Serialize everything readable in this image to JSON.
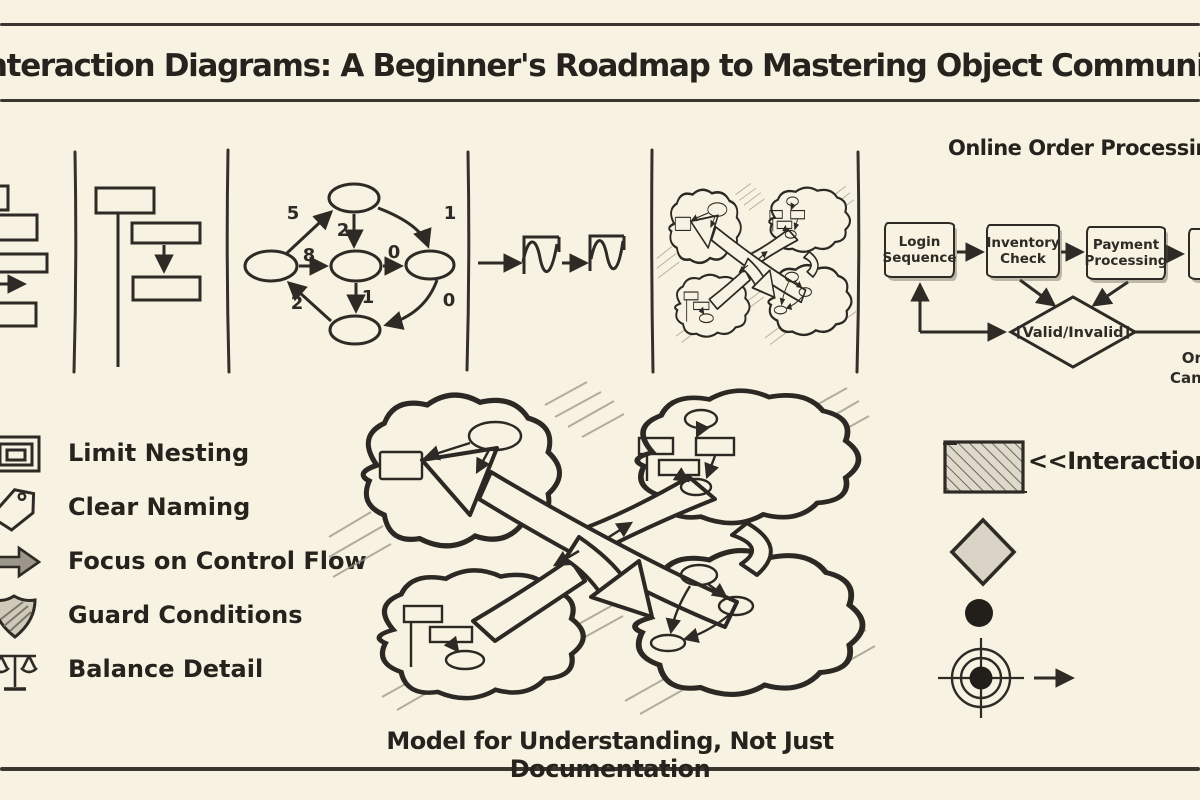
{
  "page": {
    "title": "UML Interaction Diagrams: A Beginner's Roadmap to Mastering Object Communication",
    "caption": "Model for Understanding, Not Just Documentation"
  },
  "communication_panel": {
    "labels": [
      "5",
      "2",
      "1",
      "8",
      "0",
      "1",
      "2",
      "0"
    ]
  },
  "example_flow": {
    "heading": "Online Order Processing",
    "steps": [
      "Login Sequence",
      "Inventory Check",
      "Payment Processing"
    ],
    "decision_label": "[Valid/Invalid]",
    "cancel_note_line1": "Order",
    "cancel_note_line2": "Cancelled"
  },
  "best_practices": {
    "items": [
      {
        "icon": "nested-squares-icon",
        "label": "Limit Nesting"
      },
      {
        "icon": "tag-icon",
        "label": "Clear Naming"
      },
      {
        "icon": "thick-arrow-icon",
        "label": "Focus on Control Flow"
      },
      {
        "icon": "shield-icon",
        "label": "Guard Conditions"
      },
      {
        "icon": "balance-scale-icon",
        "label": "Balance Detail"
      }
    ]
  },
  "legend": {
    "interaction_stereotype": "<<Interaction>>"
  },
  "colors": {
    "paper": "#f7f2e1",
    "ink": "#2e2a25",
    "pencil": "#9a9486",
    "arrow_fill": "#9c968a"
  }
}
